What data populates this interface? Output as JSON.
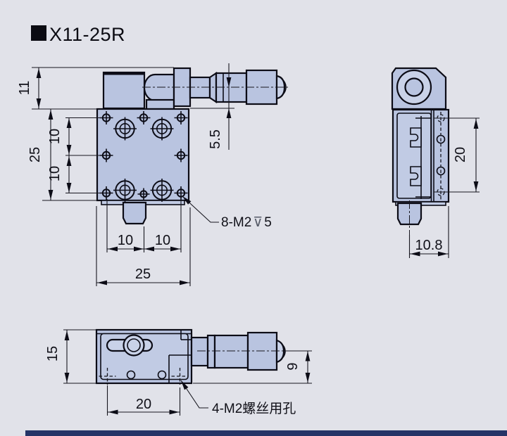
{
  "title": {
    "bullet": "black-square",
    "text": "X11-25R"
  },
  "front_view": {
    "dims": {
      "block_height": "11",
      "body_height": "25",
      "hole_pitch_upper": "10",
      "hole_pitch_lower": "10",
      "axis_offset": "5.5",
      "pitch_bottom_left": "10",
      "pitch_bottom_right": "10",
      "body_width": "25"
    },
    "thread_callout": {
      "prefix": "8-M2",
      "depth_symbol": "⊽",
      "depth_value": "5"
    }
  },
  "side_view": {
    "dims": {
      "hole_span": "20",
      "base_offset": "10.8"
    }
  },
  "bottom_view": {
    "dims": {
      "body_depth": "15",
      "hole_span": "20",
      "axis_height": "9"
    },
    "screw_callout": "4-M2螺丝用孔"
  },
  "colors": {
    "background": "#e1e2e9",
    "part_fill": "#b9c4e0",
    "part_fill_light": "#c9d2e8",
    "line": "#0c0c16",
    "footer_bar": "#253467"
  }
}
